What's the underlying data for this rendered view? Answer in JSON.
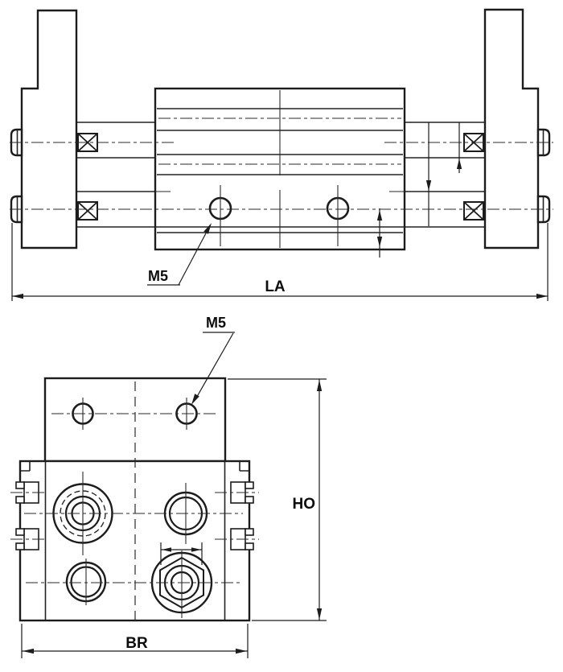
{
  "drawing": {
    "background": "#ffffff",
    "line_color": "#1c1c1c",
    "side_view": {
      "port_label": "M5"
    },
    "end_view": {
      "port_label": "M5"
    },
    "dimensions": {
      "overall_length": "LA",
      "overall_height": "HO",
      "overall_width": "BR"
    }
  }
}
